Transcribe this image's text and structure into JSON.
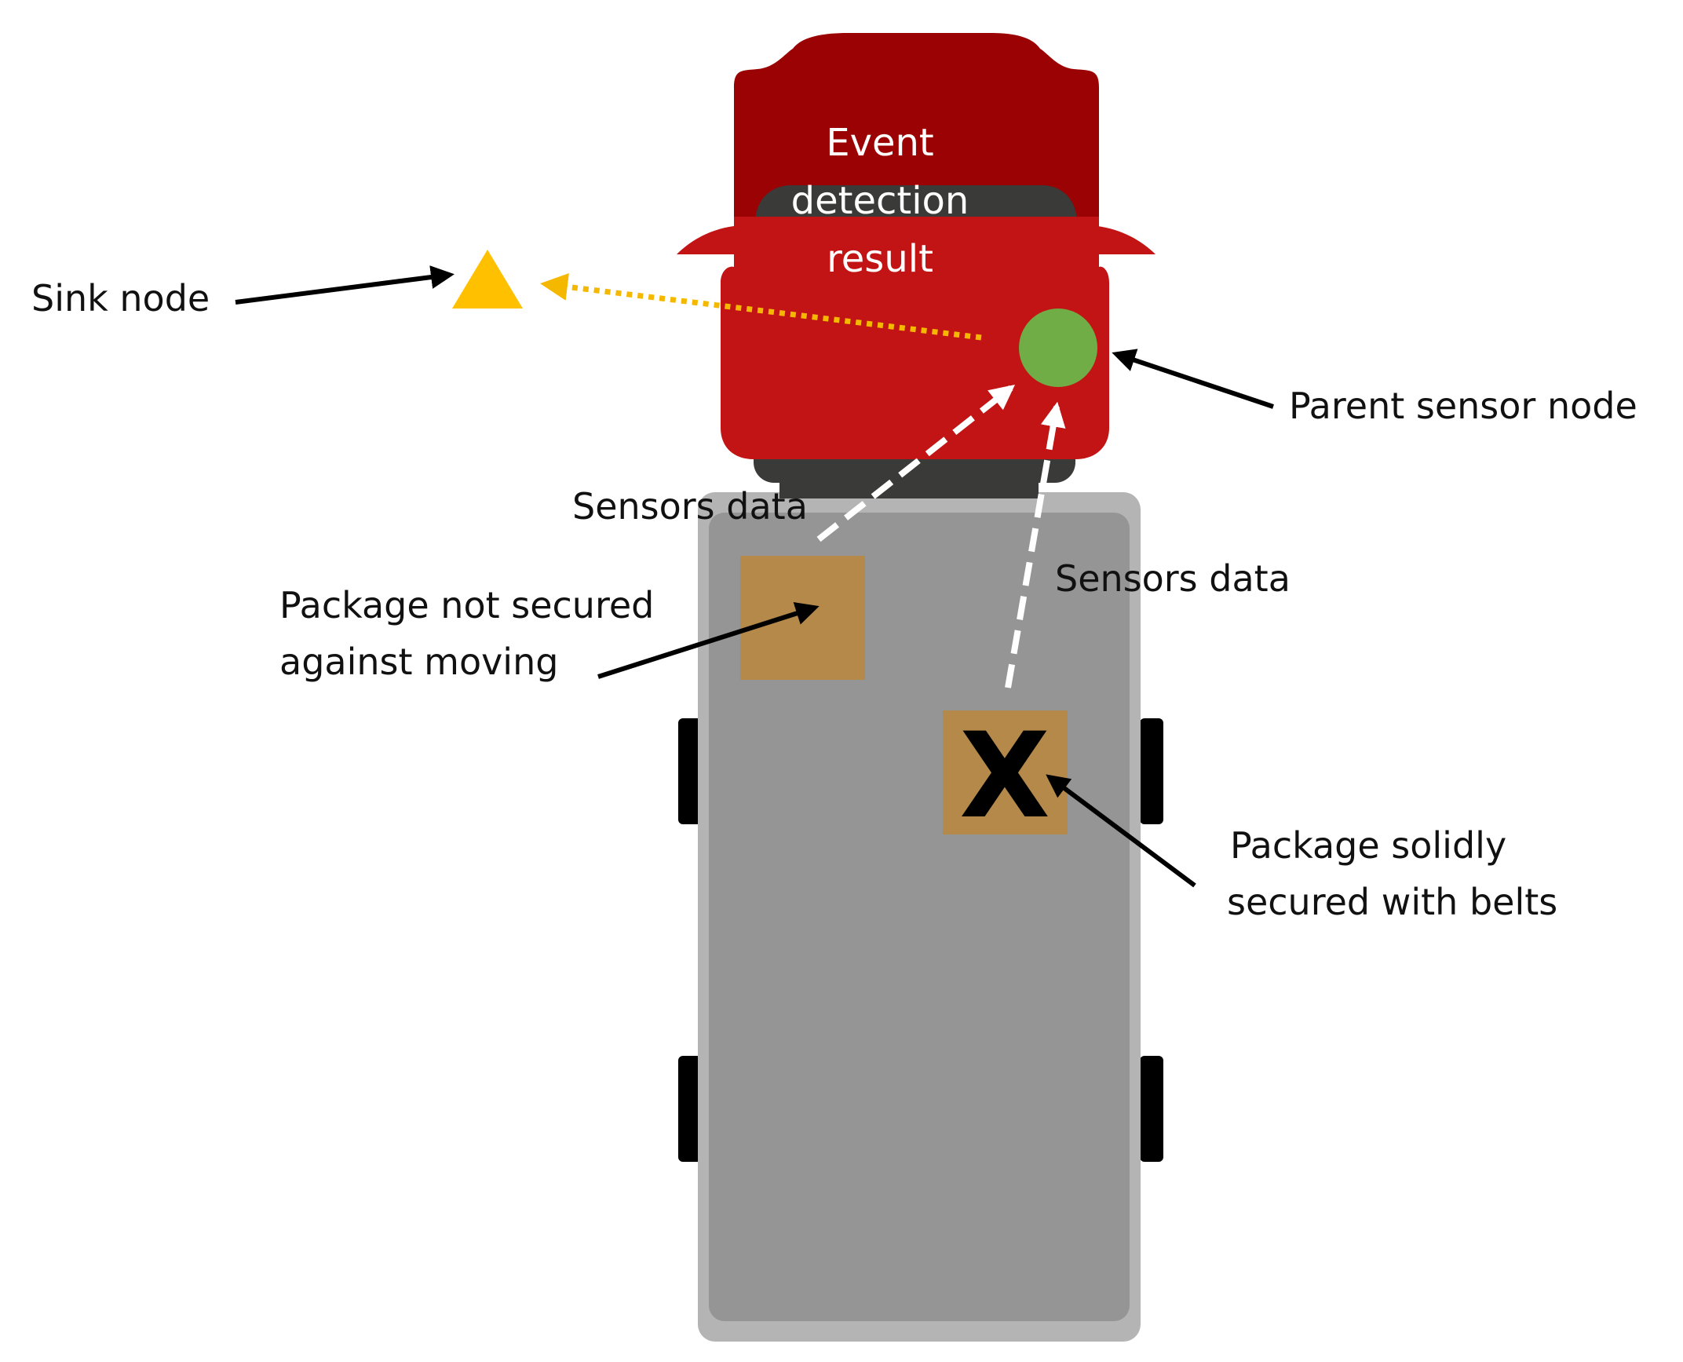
{
  "cab": {
    "event_label_lines": [
      "Event",
      "detection",
      "result"
    ]
  },
  "labels": {
    "sink_node": "Sink node",
    "parent_sensor_node": "Parent sensor node",
    "sensors_data_left": "Sensors data",
    "sensors_data_right": "Sensors data",
    "package_not_secured_lines": [
      "Package not secured",
      "against moving"
    ],
    "package_secured_lines": [
      "Package solidly",
      "secured with belts"
    ]
  },
  "marks": {
    "secured_package_symbol": "X"
  },
  "icons": {
    "sink_node": "triangle-icon",
    "parent_sensor_node": "circle-icon"
  },
  "colors": {
    "cab_dark_red": "#9b0203",
    "cab_red": "#c21414",
    "cab_window": "#3a3a38",
    "trailer_outer": "#b4b4b4",
    "trailer_inner": "#959595",
    "package_brown": "#b5894a",
    "sink_node_yellow": "#ffc000",
    "sensor_node_green": "#70ad47",
    "arrow_black": "#000000",
    "data_arrow_white": "#ffffff",
    "result_arrow_yellow": "#f5b800"
  }
}
